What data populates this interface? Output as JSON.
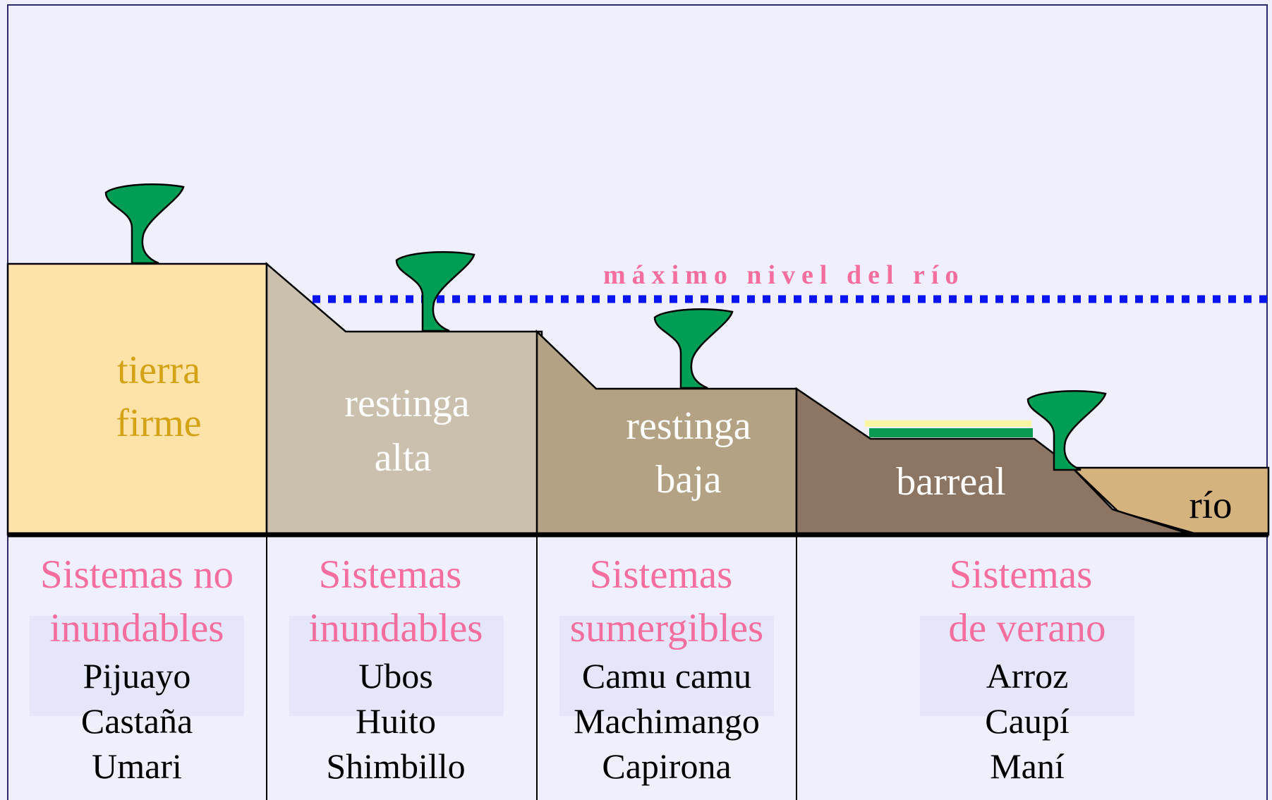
{
  "diagram": {
    "max_river_level_label": "máximo nivel del río",
    "zones": [
      {
        "id": "tierra-firme",
        "label_lines": [
          "tierra",
          "firme"
        ]
      },
      {
        "id": "restinga-alta",
        "label_lines": [
          "restinga",
          "alta"
        ]
      },
      {
        "id": "restinga-baja",
        "label_lines": [
          "restinga",
          "baja"
        ]
      },
      {
        "id": "barreal",
        "label_lines": [
          "barreal"
        ]
      },
      {
        "id": "rio",
        "label_lines": [
          "río"
        ]
      }
    ],
    "systems": [
      {
        "title_lines": [
          "Sistemas no",
          "inundables"
        ],
        "crops": [
          "Pijuayo",
          "Castaña",
          "Umari"
        ]
      },
      {
        "title_lines": [
          "Sistemas",
          "inundables"
        ],
        "crops": [
          "Ubos",
          "Huito",
          "Shimbillo"
        ]
      },
      {
        "title_lines": [
          "Sistemas",
          "sumergibles"
        ],
        "crops": [
          "Camu camu",
          "Machimango",
          "Capirona"
        ]
      },
      {
        "title_lines": [
          "Sistemas",
          "de verano"
        ],
        "crops": [
          "Arroz",
          "Caupí",
          "Maní"
        ]
      }
    ],
    "colors": {
      "background": "#efeffd",
      "tierra_firme": "#fde3a8",
      "restinga_alta": "#cbc0ad",
      "restinga_baja": "#b3a283",
      "barreal": "#8c7562",
      "rio": "#d5b37f",
      "tree": "#009e55",
      "crop_strip_green": "#0a9a52",
      "crop_strip_yellow": "#f8f6a0",
      "max_level_line": "#0a14f0",
      "pink_text": "#f56e9e",
      "tierra_text": "#d4a215",
      "white_text": "#ffffff",
      "crop_box": "#e6e6fb"
    }
  }
}
